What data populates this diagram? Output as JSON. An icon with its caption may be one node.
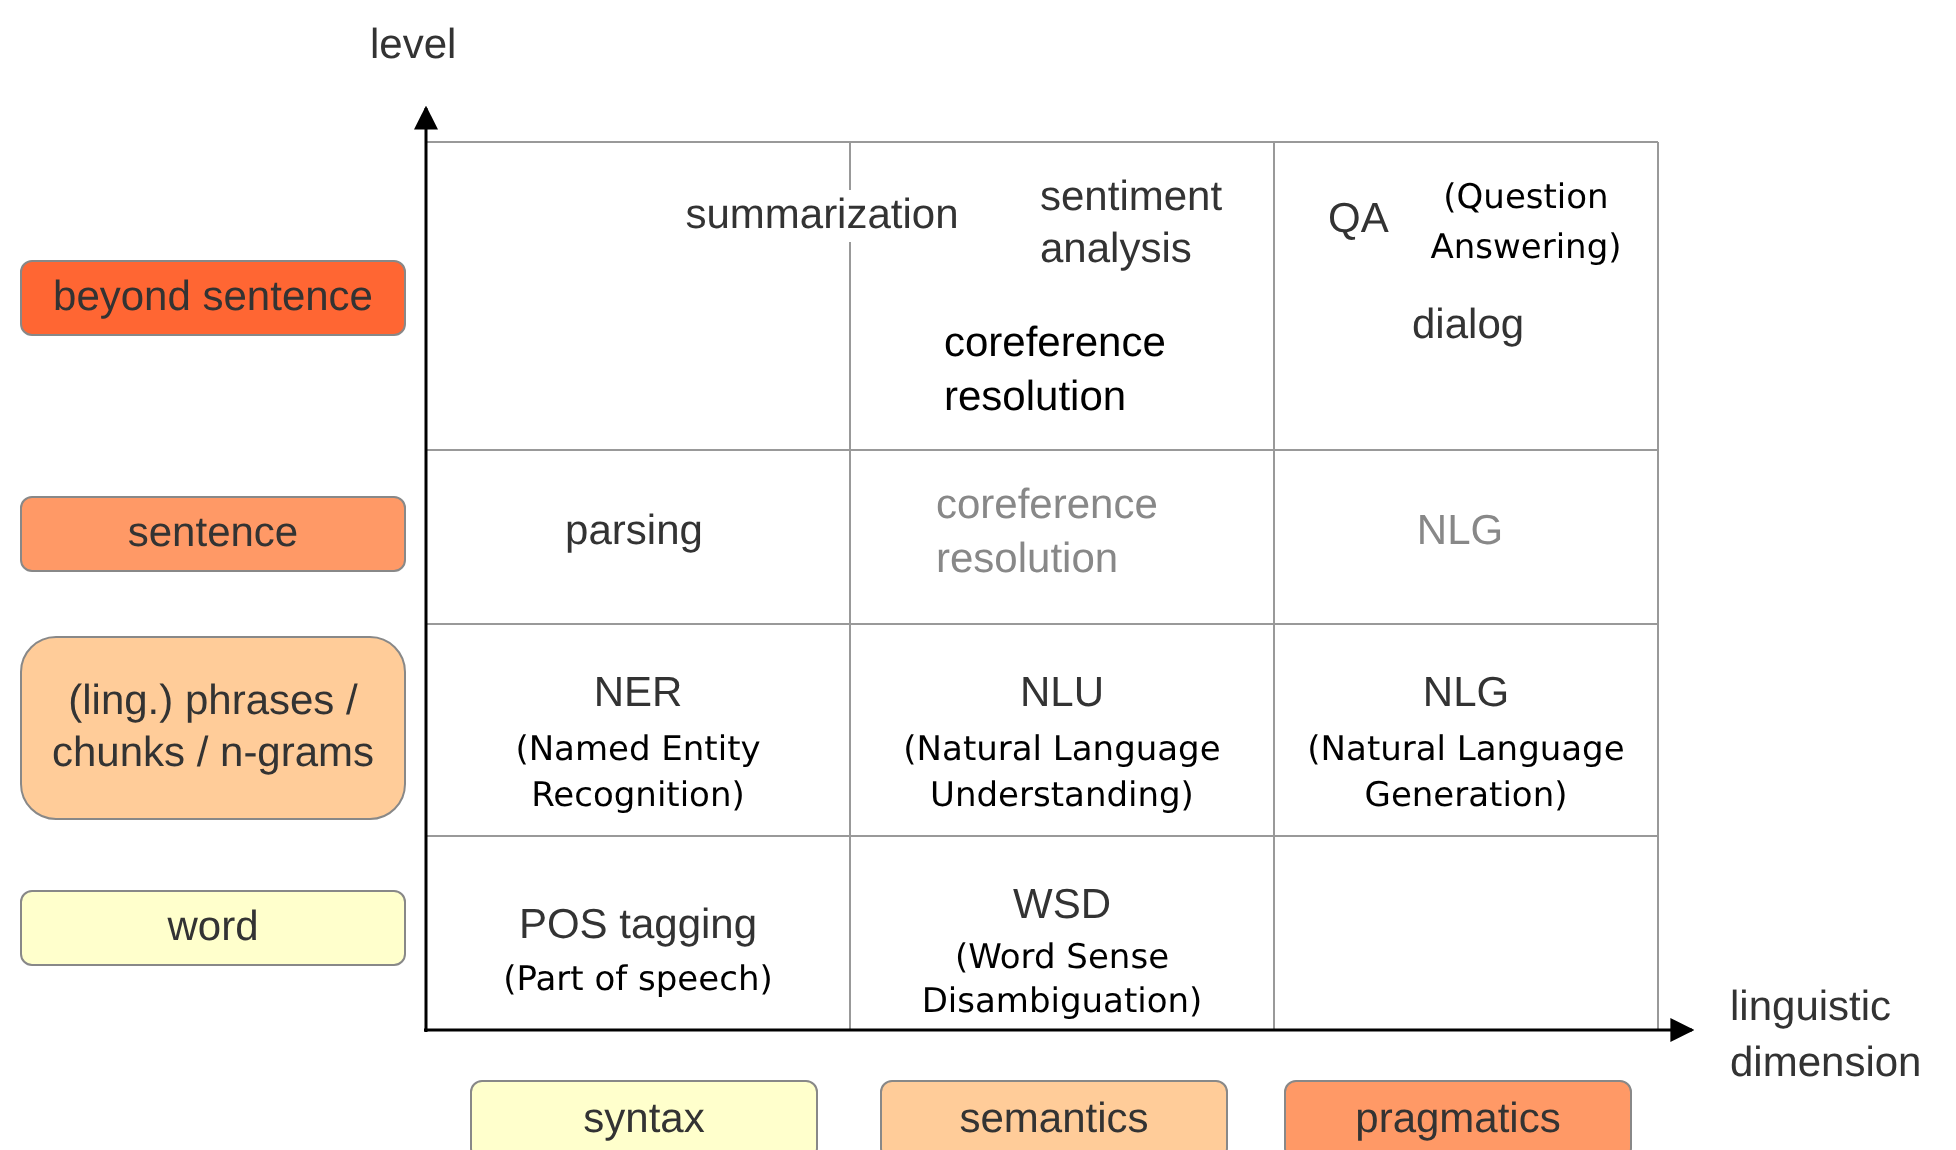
{
  "diagram": {
    "nodes": [
      {
        "text": [
          "beyond sentence"
        ]
      },
      {
        "text": [
          "sentence"
        ]
      },
      {
        "text": [
          "(ling.) phrases / chunks / n-grams"
        ]
      },
      {
        "text": [
          "word"
        ]
      },
      {
        "text": [
          "syntax"
        ]
      },
      {
        "text": [
          "semantics"
        ]
      },
      {
        "text": [
          "pragmatics"
        ]
      }
    ],
    "labels": [
      "level",
      "summarization",
      "sentiment analysis",
      "QA",
      "(Question Answering)",
      "coreference resolution",
      "dialog",
      "parsing",
      "coreference resolution",
      "NLG",
      "NER",
      "(Named Entity Recognition)",
      "NLU",
      "(Natural Language Understanding)",
      "NLG",
      "(Natural Language Generation)",
      "POS tagging",
      "(Part of speech)",
      "WSD",
      "(Word Sense Disambiguation)",
      "linguistic dimension"
    ]
  }
}
